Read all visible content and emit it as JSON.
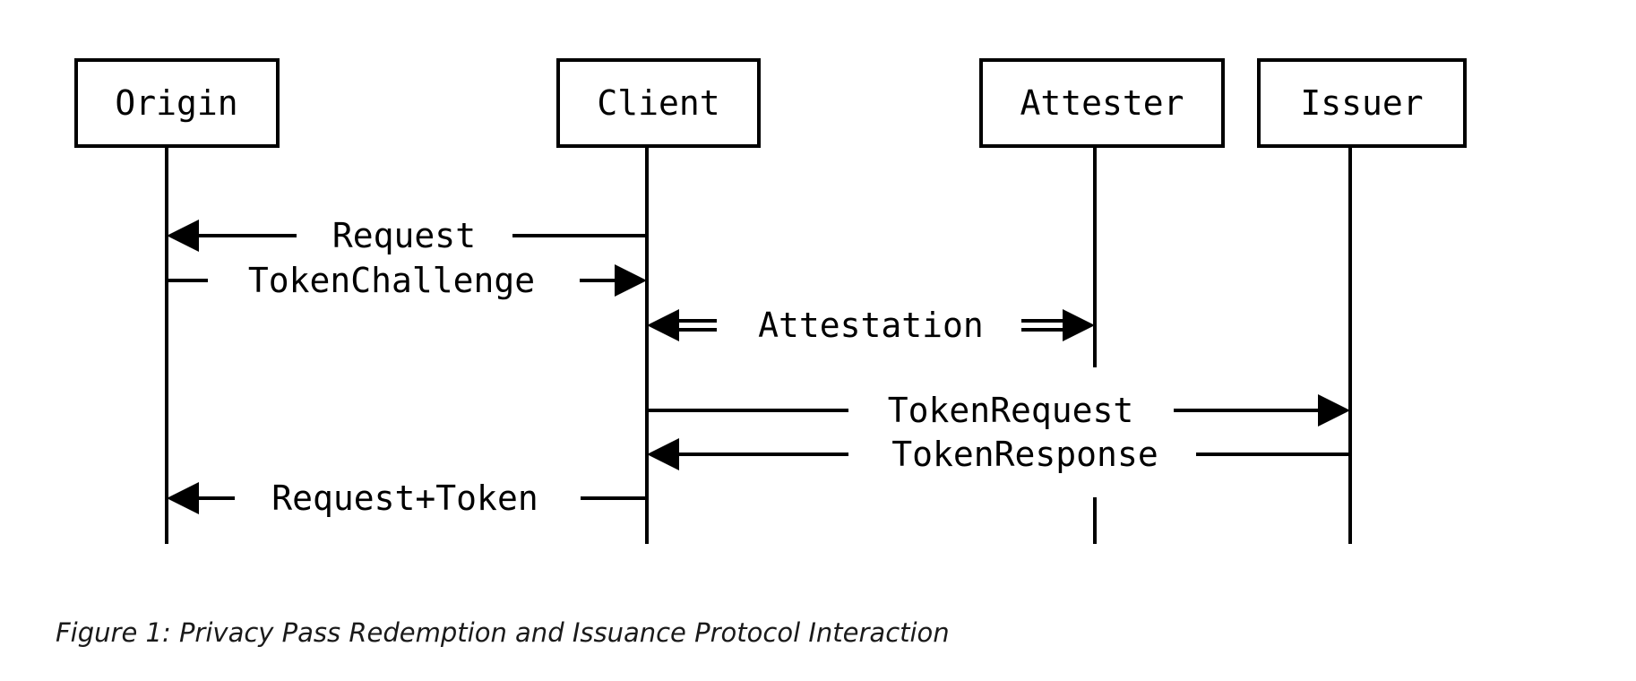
{
  "figure": {
    "type": "sequence-diagram",
    "caption": "Figure 1: Privacy Pass Redemption and Issuance Protocol Interaction",
    "colors": {
      "background": "#ffffff",
      "line": "#000000",
      "caption_text": "#1a1a1a"
    },
    "actors": [
      {
        "id": "origin",
        "label": "Origin"
      },
      {
        "id": "client",
        "label": "Client"
      },
      {
        "id": "attester",
        "label": "Attester"
      },
      {
        "id": "issuer",
        "label": "Issuer"
      }
    ],
    "messages": [
      {
        "label": "Request",
        "from": "client",
        "to": "origin",
        "arrow": "single",
        "bidirectional": false
      },
      {
        "label": "TokenChallenge",
        "from": "origin",
        "to": "client",
        "arrow": "single",
        "bidirectional": false
      },
      {
        "label": "Attestation",
        "from": "client",
        "to": "attester",
        "arrow": "double-line",
        "bidirectional": true
      },
      {
        "label": "TokenRequest",
        "from": "client",
        "to": "issuer",
        "arrow": "single",
        "bidirectional": false
      },
      {
        "label": "TokenResponse",
        "from": "issuer",
        "to": "client",
        "arrow": "single",
        "bidirectional": false
      },
      {
        "label": "Request+Token",
        "from": "client",
        "to": "origin",
        "arrow": "single",
        "bidirectional": false
      }
    ]
  }
}
